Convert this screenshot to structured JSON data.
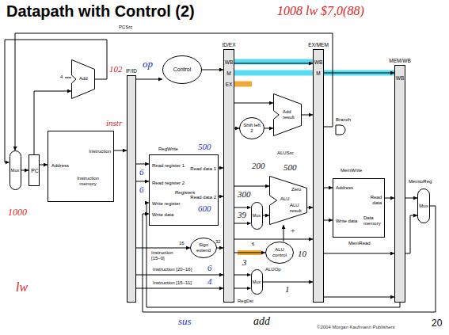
{
  "diagram": {
    "title": "Datapath with Control (2)",
    "nodes": [
      {
        "text": [
          "Mux"
        ]
      },
      {
        "text": [
          "PC"
        ]
      },
      {
        "text": [
          "Add"
        ]
      },
      {
        "text": [
          "Address",
          "Instruction",
          "Instruction memory"
        ]
      },
      {
        "text": [
          "IF/ID"
        ]
      },
      {
        "text": [
          "Control"
        ]
      },
      {
        "text": [
          "Read register 1",
          "Read register 2",
          "Write register",
          "Write data",
          "Registers",
          "Read data 1",
          "Read data 2"
        ]
      },
      {
        "text": [
          "Sign extend"
        ]
      },
      {
        "text": [
          "ID/EX",
          "WB",
          "M",
          "EX"
        ]
      },
      {
        "text": [
          "Shift left 2"
        ]
      },
      {
        "text": [
          "Add result"
        ]
      },
      {
        "text": [
          "Mux"
        ]
      },
      {
        "text": [
          "Zero",
          "ALU",
          "ALU result"
        ]
      },
      {
        "text": [
          "ALU control"
        ]
      },
      {
        "text": [
          "Mux"
        ]
      },
      {
        "text": [
          "EX/MEM",
          "WB",
          "M"
        ]
      },
      {
        "text": [
          "Address",
          "Read data",
          "Write data",
          "Data memory"
        ]
      },
      {
        "text": [
          "MEM/WB",
          "WB"
        ]
      },
      {
        "text": [
          "Mux"
        ]
      }
    ],
    "edges": [
      {
        "from": 0,
        "to": 1,
        "arrow": "to"
      },
      {
        "from": 1,
        "to": 3,
        "arrow": "to"
      },
      {
        "from": 1,
        "to": 2,
        "arrow": "to"
      },
      {
        "from": 2,
        "to": 0,
        "arrow": "to"
      },
      {
        "from": 15,
        "to": 0,
        "arrow": "to"
      },
      {
        "from": 3,
        "to": 4,
        "arrow": "to"
      },
      {
        "from": 4,
        "to": 5,
        "arrow": "to"
      },
      {
        "from": 4,
        "to": 6,
        "arrow": "to"
      },
      {
        "from": 4,
        "to": 6,
        "arrow": "to"
      },
      {
        "from": 4,
        "to": 7,
        "label": "Instruction [15–0]",
        "arrow": "to"
      },
      {
        "from": 4,
        "to": 8,
        "label": "Instruction [20–16]",
        "arrow": "to"
      },
      {
        "from": 4,
        "to": 8,
        "label": "Instruction [15–11]",
        "arrow": "to"
      },
      {
        "from": 5,
        "to": 8,
        "arrow": "to"
      },
      {
        "from": 6,
        "to": 8,
        "arrow": "to"
      },
      {
        "from": 6,
        "to": 8,
        "arrow": "to"
      },
      {
        "from": 7,
        "to": 8,
        "arrow": "to"
      },
      {
        "from": 8,
        "to": 9,
        "arrow": "to"
      },
      {
        "from": 8,
        "to": 10,
        "arrow": "to"
      },
      {
        "from": 9,
        "to": 10,
        "arrow": "to"
      },
      {
        "from": 8,
        "to": 12,
        "arrow": "to"
      },
      {
        "from": 8,
        "to": 11,
        "arrow": "to"
      },
      {
        "from": 8,
        "to": 11,
        "arrow": "to"
      },
      {
        "from": 11,
        "to": 12,
        "arrow": "to"
      },
      {
        "from": 8,
        "to": 13,
        "arrow": "to"
      },
      {
        "from": 13,
        "to": 12,
        "arrow": "to"
      },
      {
        "from": 8,
        "to": 14,
        "arrow": "to"
      },
      {
        "from": 8,
        "to": 14,
        "arrow": "to"
      },
      {
        "from": 8,
        "to": 15,
        "arrow": "to"
      },
      {
        "from": 10,
        "to": 15,
        "arrow": "to"
      },
      {
        "from": 12,
        "to": 15,
        "arrow": "to"
      },
      {
        "from": 8,
        "to": 15,
        "arrow": "to"
      },
      {
        "from": 14,
        "to": 15,
        "arrow": "to"
      },
      {
        "from": 15,
        "to": 17,
        "arrow": "to"
      },
      {
        "from": 15,
        "to": 16,
        "arrow": "to"
      },
      {
        "from": 15,
        "to": 16,
        "arrow": "to"
      },
      {
        "from": 16,
        "to": 17,
        "arrow": "to"
      },
      {
        "from": 15,
        "to": 17,
        "arrow": "to"
      },
      {
        "from": 15,
        "to": 17,
        "arrow": "to"
      },
      {
        "from": 17,
        "to": 18,
        "arrow": "to"
      },
      {
        "from": 17,
        "to": 18,
        "arrow": "to"
      },
      {
        "from": 18,
        "to": 6,
        "arrow": "to"
      },
      {
        "from": 17,
        "to": 6,
        "arrow": "to"
      }
    ],
    "labels": [
      "1008 lw $7,0(88)",
      "PCSrc",
      "4",
      "102",
      "1000",
      "instr",
      "op",
      "RegWrite",
      "500",
      "6",
      "6",
      "600",
      "16",
      "32",
      "6",
      "4",
      "ALUSrc",
      "200",
      "300",
      "39",
      "500",
      "+",
      "6",
      "10",
      "3",
      "ALUOp",
      "1",
      "RegDst",
      "Branch",
      "MemWrite",
      "MemRead",
      "MemtoReg",
      "lw",
      "sus",
      "add",
      "©2004 Morgan Kaufmann Publishers",
      "20"
    ]
  }
}
